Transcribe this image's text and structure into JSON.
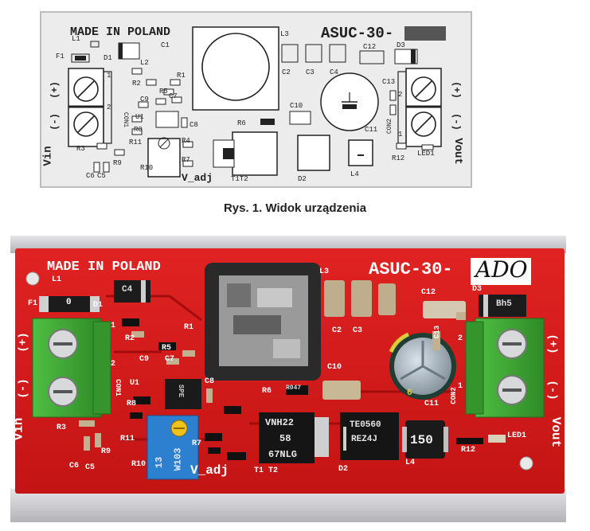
{
  "diagram": {
    "made_in": "MADE IN POLAND",
    "model": "ASUC-30-",
    "labels": {
      "L1": "L1",
      "F1": "F1",
      "D1": "D1",
      "L2": "L2",
      "C1": "C1",
      "R2": "R2",
      "R1": "R1",
      "R5": "R5",
      "C9": "C9",
      "C7": "C7",
      "U1": "U1",
      "R8": "R8",
      "C8": "C8",
      "R11": "R11",
      "R4": "R4",
      "R7": "R7",
      "R3": "R3",
      "R9": "R9",
      "C6": "C6",
      "C5": "C5",
      "R10": "R10",
      "V_adj": "V_adj",
      "L3": "L3",
      "C2": "C2",
      "C3": "C3",
      "C4": "C4",
      "C10": "C10",
      "C11": "C11",
      "R6": "R6",
      "T1T2": "T1T2",
      "D2": "D2",
      "L4": "L4",
      "C12": "C12",
      "D3": "D3",
      "C13": "C13",
      "CON1": "CON1",
      "CON2": "CON2",
      "R12": "R12",
      "LED1": "LED1",
      "Vin": "Vin",
      "Vout": "Vout",
      "plus": "(+)",
      "minus": "(-)",
      "pin1": "1",
      "pin2": "2"
    }
  },
  "caption": "Rys. 1. Widok urządzenia",
  "photo": {
    "made_in": "MADE IN POLAND",
    "model": "ASUC-30-",
    "handwritten": "ADO",
    "labels": {
      "L1": "L1",
      "F1": "F1",
      "D1": "D1",
      "R1": "R1",
      "R2": "R2",
      "R5": "R5",
      "C9": "C9",
      "C7": "C7",
      "U1": "U1",
      "R8": "R8",
      "C8": "C8",
      "R11": "R11",
      "R7": "R7",
      "R3": "R3",
      "R9": "R9",
      "C6": "C6",
      "C5": "C5",
      "R10": "R10",
      "V_adj": "V_adj",
      "L3": "L3",
      "C2": "C2",
      "C3": "C3",
      "C10": "C10",
      "C11": "C11",
      "R6": "R6",
      "T1T2": "T1 T2",
      "D2": "D2",
      "L4": "L4",
      "C12": "C12",
      "D3": "D3",
      "C13": "C13",
      "CON1": "CON1",
      "CON2": "CON2",
      "R12": "R12",
      "LED1": "LED1",
      "Vin": "Vin",
      "Vout": "Vout",
      "plus": "(+)",
      "minus": "(-)",
      "pin1": "1",
      "pin2": "2"
    },
    "chip_marks": {
      "fuse": "0",
      "d1": "C4",
      "d3": "Bh5",
      "r6": "R047",
      "mosfet_l1": "VNH22",
      "mosfet_l2": "58",
      "mosfet_l3": "67NLG",
      "diode_l1": "TE0560",
      "diode_l2": "REZ4J",
      "inductor": "150",
      "pot_l1": "W103",
      "pot_l2": "13",
      "ic": "SPE",
      "cap_mark": "6"
    }
  },
  "colors": {
    "pcb_red": "#d81a1a",
    "pcb_dark": "#b01010",
    "terminal_green": "#3ea835",
    "heatsink": "#c9c9cc",
    "pot_blue": "#2d7fd0",
    "diagram_bg": "#ececec"
  }
}
